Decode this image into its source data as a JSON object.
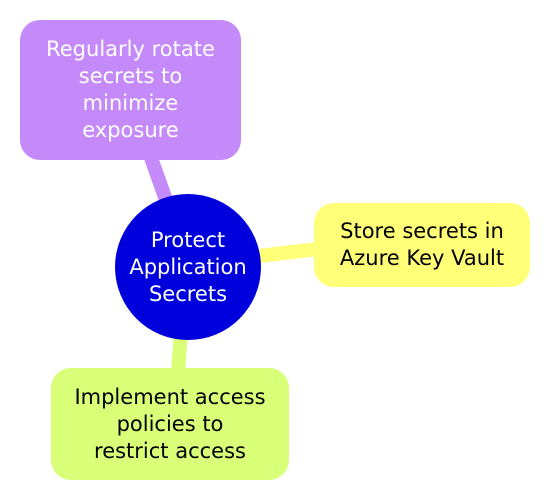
{
  "center": {
    "label": "Protect\nApplication\nSecrets",
    "color": "#0000dd"
  },
  "branches": {
    "rotate": {
      "label": "Regularly rotate\nsecrets to\nminimize\nexposure",
      "color": "#c58af9"
    },
    "store": {
      "label": "Store secrets in\nAzure Key Vault",
      "color": "#ffff78"
    },
    "access": {
      "label": "Implement access\npolicies to\nrestrict access",
      "color": "#d9ff78"
    }
  }
}
